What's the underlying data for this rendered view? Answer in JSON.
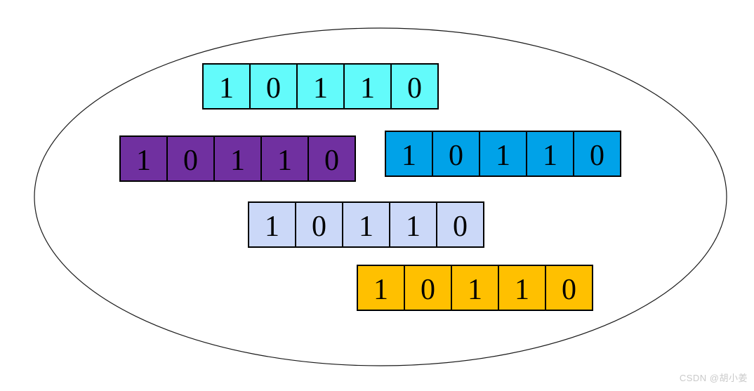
{
  "diagram": {
    "ellipse": {
      "stroke_color": "#1a1a1a"
    },
    "rows": [
      {
        "name": "cyan",
        "color": "#63FBFB",
        "bits": [
          "1",
          "0",
          "1",
          "1",
          "0"
        ]
      },
      {
        "name": "purple",
        "color": "#7030A0",
        "bits": [
          "1",
          "0",
          "1",
          "1",
          "0"
        ]
      },
      {
        "name": "blue",
        "color": "#00A2E8",
        "bits": [
          "1",
          "0",
          "1",
          "1",
          "0"
        ]
      },
      {
        "name": "lavender",
        "color": "#CBD8F8",
        "bits": [
          "1",
          "0",
          "1",
          "1",
          "0"
        ]
      },
      {
        "name": "orange",
        "color": "#FFC000",
        "bits": [
          "1",
          "0",
          "1",
          "1",
          "0"
        ]
      }
    ]
  },
  "watermark": {
    "text": "CSDN @胡小姜",
    "color": "#C9C9C9"
  }
}
